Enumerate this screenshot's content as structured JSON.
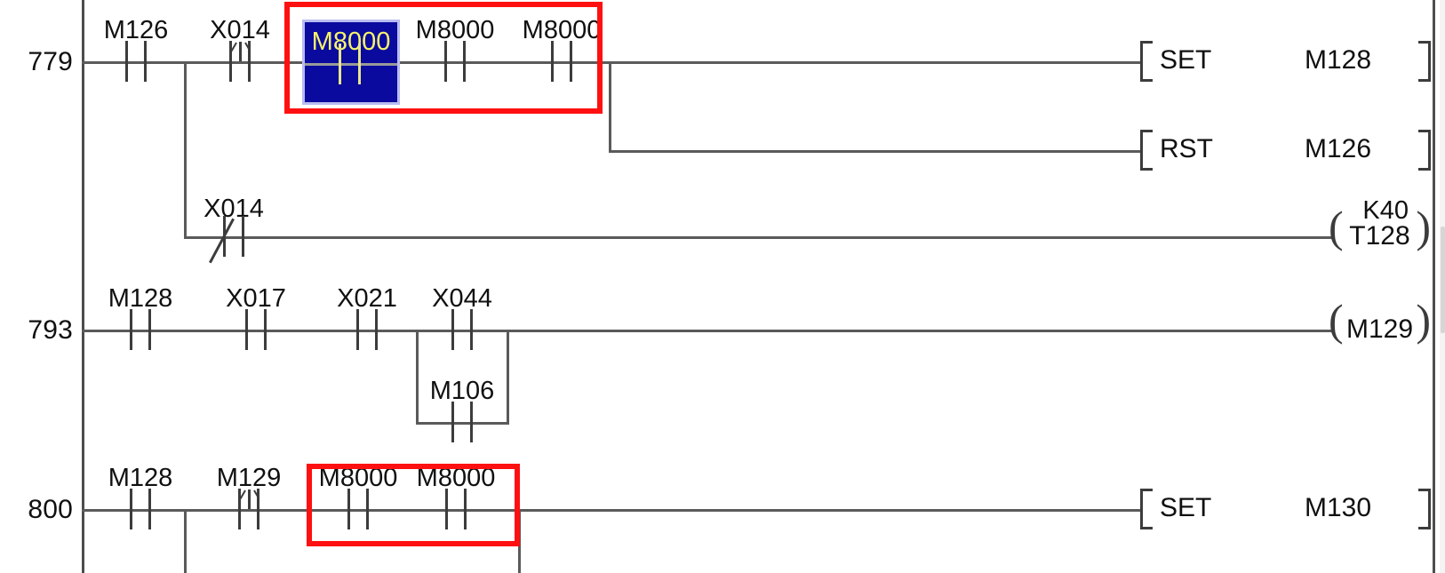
{
  "diagram": {
    "title": "PLC Ladder Logic Program",
    "colors": {
      "wire": "#5a5a5a",
      "rail": "#4d4d4d",
      "text": "#101010",
      "selection_fill": "#0a0a9e",
      "selection_border": "#b9bcf0",
      "selection_text": "#f6f36a",
      "annotation": "#ff1010",
      "background": "#ffffff"
    },
    "rungs": [
      {
        "number": "779",
        "contacts": [
          {
            "label": "M126",
            "type": "no"
          },
          {
            "label": "X014",
            "type": "rising-edge"
          },
          {
            "label": "M8000",
            "type": "no",
            "selected": true
          },
          {
            "label": "M8000",
            "type": "no"
          },
          {
            "label": "M8000",
            "type": "no"
          }
        ],
        "outputs": [
          {
            "op": "SET",
            "arg": "M128"
          },
          {
            "op": "RST",
            "arg": "M126"
          }
        ],
        "branch": {
          "contacts": [
            {
              "label": "X014",
              "type": "nc"
            }
          ],
          "coil": {
            "name": "T128",
            "preset": "K40"
          }
        }
      },
      {
        "number": "793",
        "contacts": [
          {
            "label": "M128",
            "type": "no"
          },
          {
            "label": "X017",
            "type": "no"
          },
          {
            "label": "X021",
            "type": "no"
          },
          {
            "label": "X044",
            "type": "no"
          }
        ],
        "parallel": [
          {
            "label": "M106",
            "type": "no"
          }
        ],
        "coil": {
          "name": "M129"
        }
      },
      {
        "number": "800",
        "contacts": [
          {
            "label": "M128",
            "type": "no"
          },
          {
            "label": "M129",
            "type": "rising-edge"
          },
          {
            "label": "M8000",
            "type": "no"
          },
          {
            "label": "M8000",
            "type": "no"
          }
        ],
        "outputs": [
          {
            "op": "SET",
            "arg": "M130"
          }
        ]
      }
    ]
  }
}
